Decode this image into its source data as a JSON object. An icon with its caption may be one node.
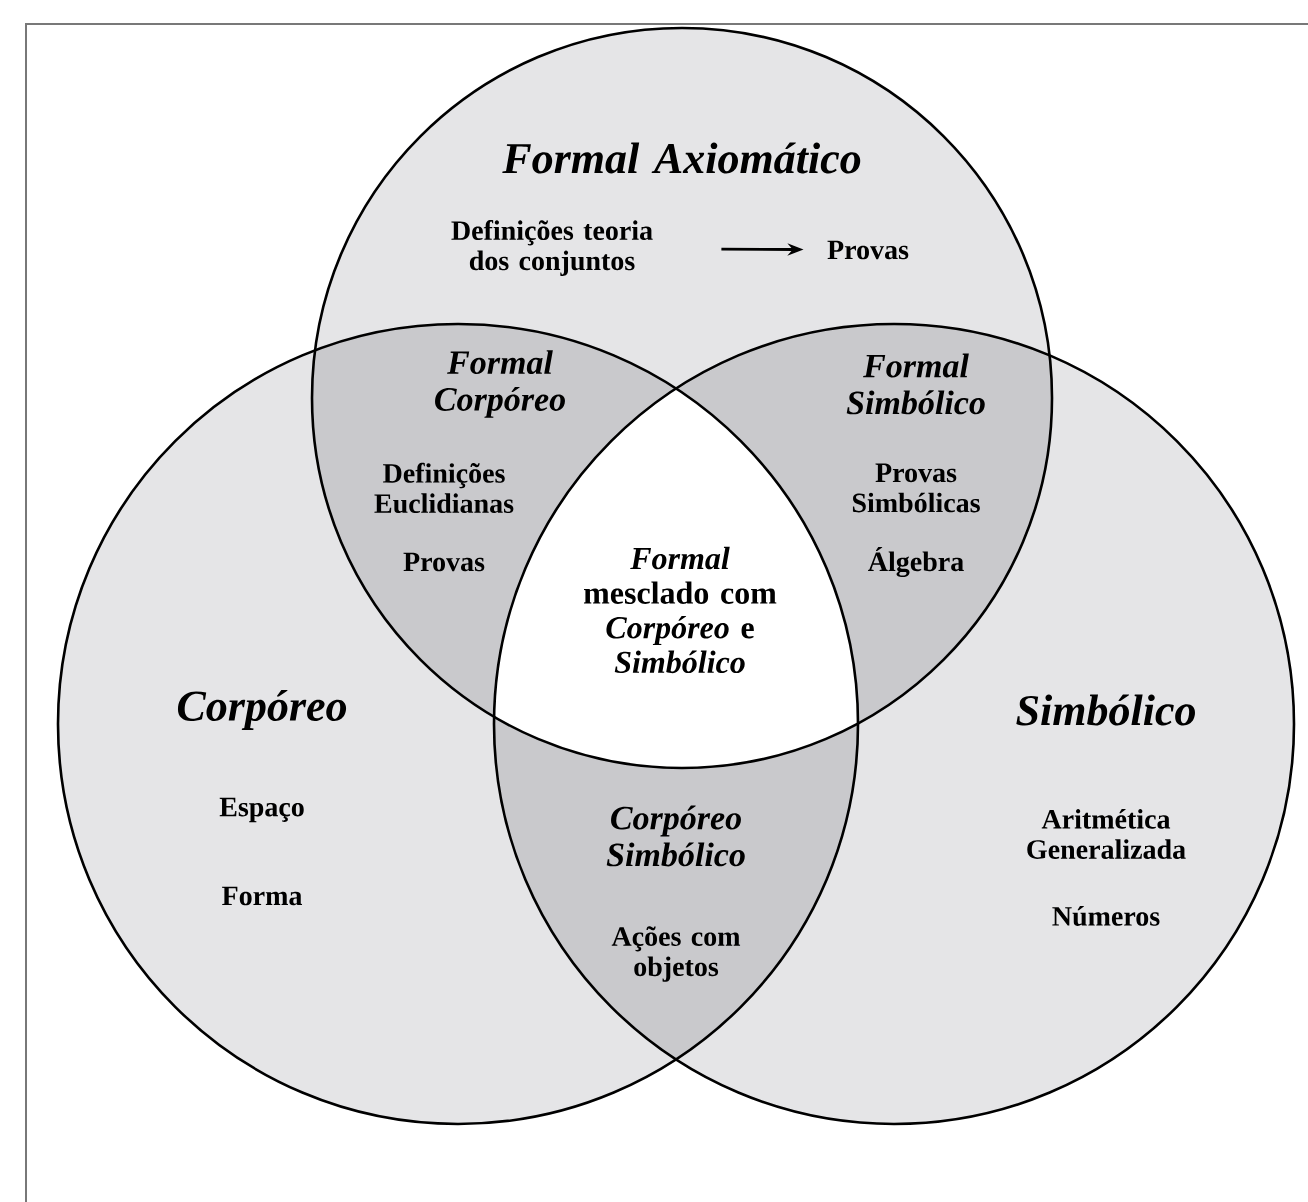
{
  "diagram": {
    "nodes": [
      {
        "text": [
          "Formal Axiomático"
        ]
      },
      {
        "text": [
          "Definições teoria dos conjuntos"
        ],
        "in": 0
      },
      {
        "text": [
          "Provas"
        ],
        "in": 0
      },
      {
        "text": [
          "Corpóreo",
          "Espaço",
          "Forma"
        ]
      },
      {
        "text": [
          "Simbólico",
          "Aritmética Generalizada",
          "Números"
        ]
      },
      {
        "text": [
          "Formal Corpóreo",
          "Definições Euclidianas",
          "Provas"
        ]
      },
      {
        "text": [
          "Formal Simbólico",
          "Provas Simbólicas",
          "Álgebra"
        ]
      },
      {
        "text": [
          "*Formal* mesclado com *Corpóreo* e *Simbólico*"
        ]
      },
      {
        "text": [
          "Corpóreo Simbólico",
          "Ações com objetos"
        ]
      }
    ],
    "edges": [
      {
        "from": 1,
        "to": 2,
        "arrow": "to"
      }
    ]
  }
}
